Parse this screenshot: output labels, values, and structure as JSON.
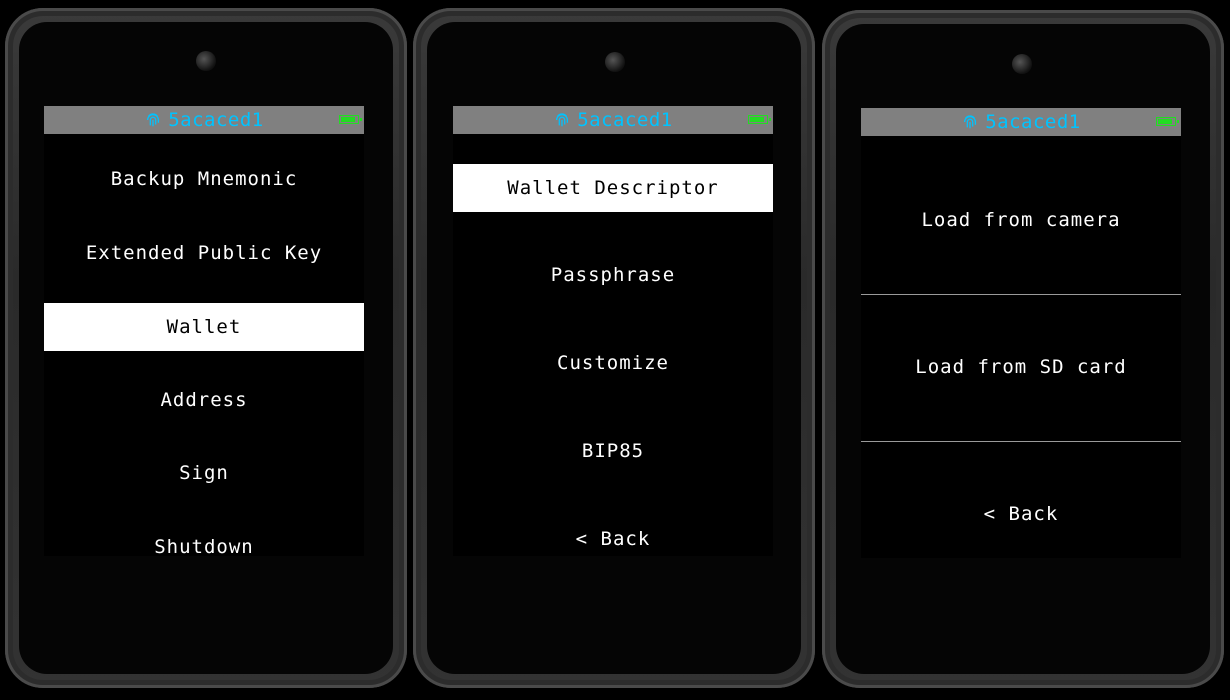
{
  "device_status": {
    "fingerprint": "5acaced1",
    "fingerprint_color": "#00c3ff",
    "battery_color": "#22dd22",
    "status_bar_color": "#808080"
  },
  "screens": [
    {
      "items": [
        "Backup Mnemonic",
        "Extended Public Key",
        "Wallet",
        "Address",
        "Sign",
        "Shutdown"
      ],
      "selected": "Wallet"
    },
    {
      "items": [
        "Wallet Descriptor",
        "Passphrase",
        "Customize",
        "BIP85",
        "< Back"
      ],
      "selected": "Wallet Descriptor"
    },
    {
      "items": [
        "Load from camera",
        "Load from SD card",
        "< Back"
      ],
      "selected": null
    }
  ]
}
